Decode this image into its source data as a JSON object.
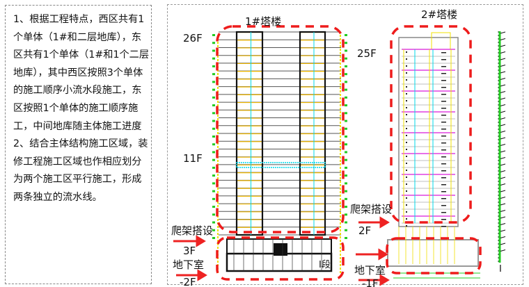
{
  "notes": {
    "item1": "1、根据工程特点，西区共有1个单体（1#和二层地库），东区共有1个单体（1#和1个二层地库），其中西区按照3个单体的施工顺序小流水段施工，东区按照1个单体的施工顺序施工，中间地库随主体施工进度",
    "item2": "2、结合主体结构施工区域，装修工程施工区域也作相应划分为两个施工区平行施工，形成两条独立的流水线。"
  },
  "building1": {
    "title": "1#塔楼",
    "top_floor": "26F",
    "mid_floor": "11F",
    "climb_label": "爬架搭设",
    "climb_floor": "3F",
    "basement_label": "地下室",
    "basement_floor": "-2F",
    "segment_label": "I段",
    "floors": 26
  },
  "building2": {
    "title": "2#塔楼",
    "top_floor": "25F",
    "climb_label": "爬架搭设",
    "climb_floor": "2F",
    "basement_label": "地下室",
    "basement_floor": "-1F",
    "segment_label": "I",
    "floors": 25
  },
  "colors": {
    "dash": "#ee1c1c",
    "arrow": "#ee2222",
    "magenta": "#e040e0",
    "cyan": "#00d8e8",
    "yellow": "#f0e000",
    "green": "#22cc22"
  }
}
